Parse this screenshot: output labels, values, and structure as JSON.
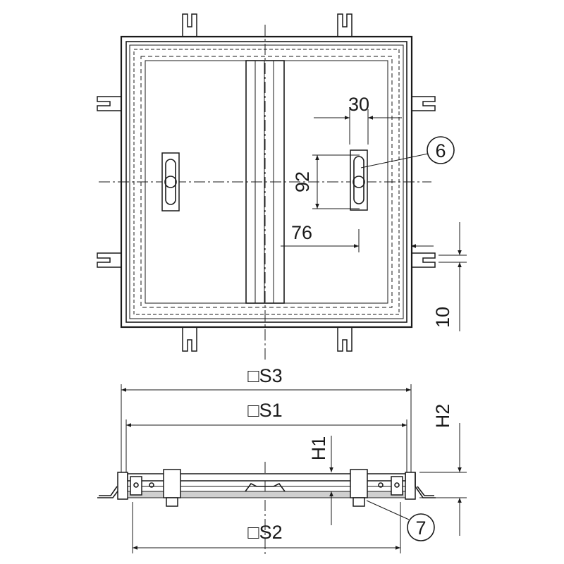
{
  "labels": {
    "dim_30": "30",
    "dim_92": "92",
    "dim_76": "76",
    "dim_10": "10",
    "s3": "□S3",
    "s1": "□S1",
    "s2": "□S2",
    "h1": "H1",
    "h2": "H2",
    "callout_6": "6",
    "callout_7": "7"
  }
}
